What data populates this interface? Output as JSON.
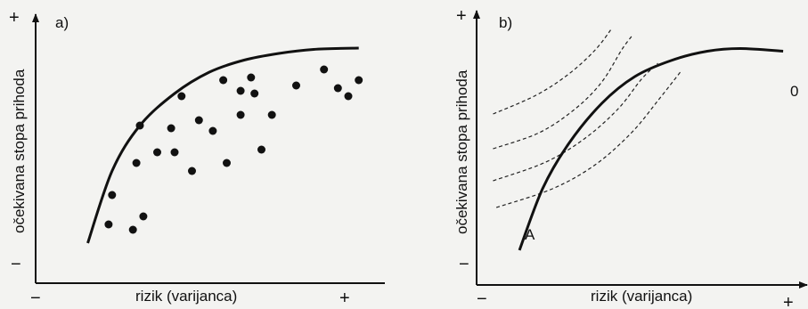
{
  "chart_data": [
    {
      "type": "scatter",
      "panel_label": "a)",
      "xlabel": "rizik (varijanca)",
      "ylabel": "očekivana stopa prihoda",
      "x_min_label": "−",
      "x_max_label": "+",
      "y_min_label": "−",
      "y_max_label": "+",
      "xlim": [
        0,
        10
      ],
      "ylim": [
        0,
        10
      ],
      "grid": false,
      "frontier": [
        [
          1.5,
          1.5
        ],
        [
          2.2,
          4.2
        ],
        [
          3.0,
          5.9
        ],
        [
          4.0,
          7.1
        ],
        [
          5.0,
          7.9
        ],
        [
          6.0,
          8.35
        ],
        [
          7.0,
          8.6
        ],
        [
          8.0,
          8.75
        ],
        [
          9.3,
          8.8
        ]
      ],
      "points": [
        [
          2.1,
          2.2
        ],
        [
          2.2,
          3.3
        ],
        [
          2.8,
          2.0
        ],
        [
          2.9,
          4.5
        ],
        [
          3.0,
          5.9
        ],
        [
          3.1,
          2.5
        ],
        [
          3.5,
          4.9
        ],
        [
          3.9,
          5.8
        ],
        [
          4.0,
          4.9
        ],
        [
          4.2,
          7.0
        ],
        [
          4.5,
          4.2
        ],
        [
          4.7,
          6.1
        ],
        [
          5.1,
          5.7
        ],
        [
          5.4,
          7.6
        ],
        [
          5.5,
          4.5
        ],
        [
          5.9,
          6.3
        ],
        [
          5.9,
          7.2
        ],
        [
          6.2,
          7.7
        ],
        [
          6.3,
          7.1
        ],
        [
          6.5,
          5.0
        ],
        [
          6.8,
          6.3
        ],
        [
          7.5,
          7.4
        ],
        [
          8.3,
          8.0
        ],
        [
          8.7,
          7.3
        ],
        [
          9.0,
          7.0
        ],
        [
          9.3,
          7.6
        ]
      ]
    },
    {
      "type": "line",
      "panel_label": "b)",
      "xlabel": "rizik (varijanca)",
      "ylabel": "očekivana stopa prihoda",
      "x_min_label": "−",
      "x_max_label": "+",
      "y_min_label": "−",
      "y_max_label": "+",
      "xlim": [
        0,
        10
      ],
      "ylim": [
        0,
        10
      ],
      "grid": false,
      "frontier": {
        "start_label": "A",
        "end_label": "0",
        "points": [
          [
            1.3,
            1.3
          ],
          [
            2.0,
            3.6
          ],
          [
            2.8,
            5.3
          ],
          [
            3.8,
            6.8
          ],
          [
            4.8,
            7.8
          ],
          [
            5.9,
            8.4
          ],
          [
            7.0,
            8.75
          ],
          [
            8.0,
            8.85
          ],
          [
            9.3,
            8.75
          ]
        ]
      },
      "indifference_curves": [
        [
          [
            0.5,
            6.4
          ],
          [
            1.8,
            7.1
          ],
          [
            2.8,
            7.9
          ],
          [
            3.6,
            8.8
          ],
          [
            4.1,
            9.6
          ]
        ],
        [
          [
            0.5,
            5.1
          ],
          [
            1.9,
            5.7
          ],
          [
            3.0,
            6.6
          ],
          [
            3.8,
            7.6
          ],
          [
            4.4,
            8.8
          ],
          [
            4.7,
            9.3
          ]
        ],
        [
          [
            0.5,
            3.9
          ],
          [
            2.1,
            4.6
          ],
          [
            3.3,
            5.5
          ],
          [
            4.3,
            6.6
          ],
          [
            5.0,
            7.7
          ],
          [
            5.5,
            8.3
          ]
        ],
        [
          [
            0.6,
            2.9
          ],
          [
            2.3,
            3.6
          ],
          [
            3.6,
            4.5
          ],
          [
            4.7,
            5.7
          ],
          [
            5.5,
            6.9
          ],
          [
            6.2,
            8.0
          ]
        ]
      ]
    }
  ]
}
